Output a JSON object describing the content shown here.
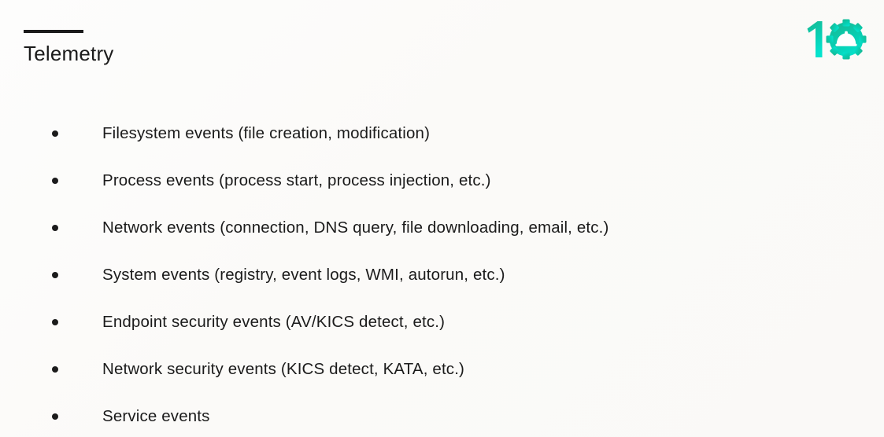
{
  "slide": {
    "background_color": "#fbfbfa",
    "text_color": "#1b1b1b"
  },
  "header": {
    "title": "Telemetry",
    "rule_color": "#1b1b1b"
  },
  "logo": {
    "label": "10",
    "digit": "1",
    "icon_name": "gear-hardhat-icon",
    "gradient_start": "#12bd9a",
    "gradient_end": "#05dfc9",
    "hat_color": "#ffffff"
  },
  "bullets": [
    {
      "text": "Filesystem events (file creation, modification)"
    },
    {
      "text": "Process events (process start, process injection, etc.)"
    },
    {
      "text": "Network events (connection, DNS query, file downloading, email, etc.)"
    },
    {
      "text": "System events (registry, event logs, WMI, autorun, etc.)"
    },
    {
      "text": "Endpoint security events (AV/KICS detect, etc.)"
    },
    {
      "text": "Network security events (KICS detect, KATA, etc.)"
    },
    {
      "text": "Service events"
    }
  ]
}
